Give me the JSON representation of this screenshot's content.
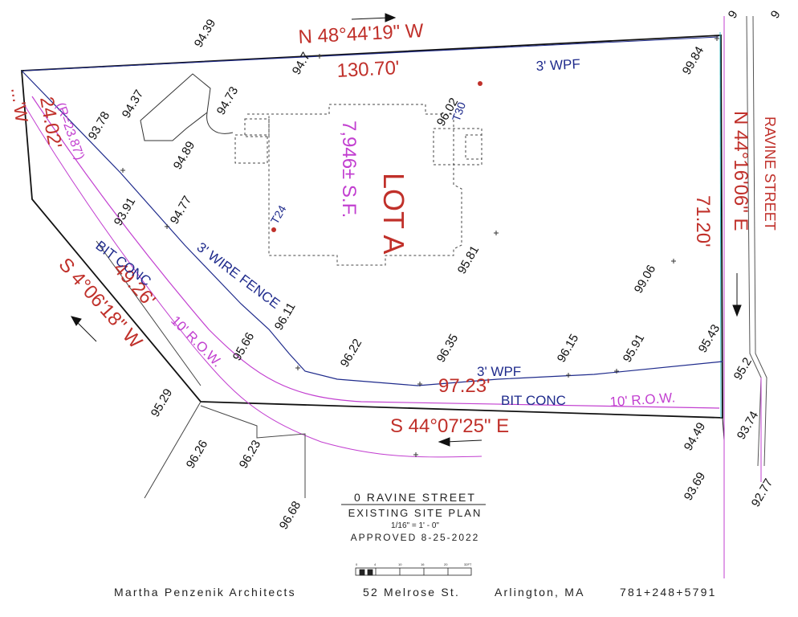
{
  "bearings": {
    "north": "N 48°44'19\" W",
    "east": "N 44°16'06\" E",
    "south": "S 44°07'25\" E",
    "southwest": "S 4°06'18\" W",
    "west_partial": "...'W"
  },
  "distances": {
    "north": "130.70'",
    "east": "71.20'",
    "south": "97.23'",
    "southwest": "49.26'",
    "west": "24.02'"
  },
  "curve": "(R=23.87')",
  "lot": {
    "name": "LOT A",
    "area": "7,946± S.F."
  },
  "street": "RAVINE STREET",
  "features": {
    "wpf_top": "3' WPF",
    "wpf_bottom": "3' WPF",
    "wire_fence": "3' WIRE FENCE",
    "bit_conc_left": "BIT CONC",
    "bit_conc_bottom": "BIT CONC",
    "row_left": "10' R.O.W.",
    "row_bottom": "10' R.O.W."
  },
  "trees": {
    "t24": "T24",
    "t30": "T30"
  },
  "elevations": [
    "94.39",
    "94.37",
    "94.73",
    "93.78",
    "94.89",
    "94.7",
    "99.84",
    "96.02",
    "93.91",
    "94.77",
    "95.81",
    "99.06",
    "96.11",
    "95.66",
    "96.22",
    "96.35",
    "96.15",
    "95.91",
    "95.43",
    "95.2",
    "95.29",
    "96.26",
    "96.23",
    "94.49",
    "93.74",
    "96.68",
    "93.69",
    "92.77"
  ],
  "edge_marks": {
    "top_right_a": "9",
    "top_right_b": "9"
  },
  "title_block": {
    "address": "0 RAVINE STREET",
    "plan_name": "EXISTING SITE PLAN",
    "scale": "1/16\" = 1' - 0\"",
    "approved": "APPROVED 8-25-2022",
    "scale_ticks": [
      "0",
      "4",
      "10",
      "16",
      "20",
      "32FT"
    ]
  },
  "footer": {
    "firm": "Martha Penzenik Architects",
    "address": "52 Melrose St.",
    "city": "Arlington, MA",
    "phone": "781+248+5791"
  },
  "colors": {
    "boundary": "#111111",
    "label_red": "#c0302a",
    "fence_blue": "#1f2b8c",
    "row_magenta": "#c23fd0",
    "street_line": "#c23fd0"
  }
}
